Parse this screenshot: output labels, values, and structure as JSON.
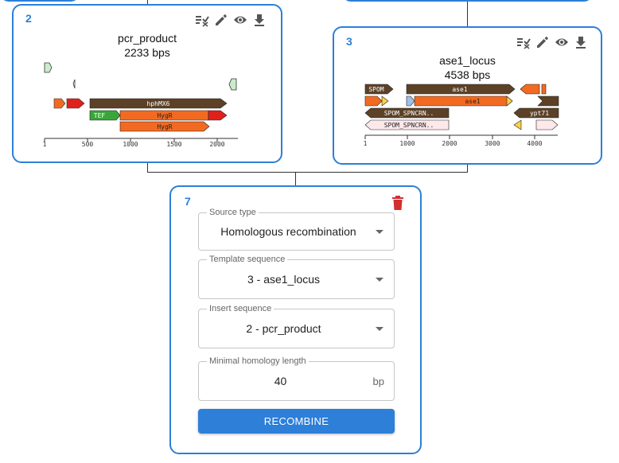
{
  "nodes": {
    "n2": {
      "id": "2",
      "name": "pcr_product",
      "length": "2233 bps",
      "features": {
        "f1": "hphMX6",
        "f2": "TEF",
        "f3": "HygR",
        "f4": "HygR"
      },
      "ticks": {
        "t0": "1",
        "t1": "500",
        "t2": "1000",
        "t3": "1500",
        "t4": "2000"
      }
    },
    "n3": {
      "id": "3",
      "name": "ase1_locus",
      "length": "4538 bps",
      "features": {
        "f1": "SPOM",
        "f2": "ase1",
        "f3": "ase1",
        "f4": "SPOM_SPNCRN..",
        "f5": "ypt71",
        "f6": "SPOM_SPNCRN.."
      },
      "ticks": {
        "t0": "1",
        "t1": "1000",
        "t2": "2000",
        "t3": "3000",
        "t4": "4000"
      }
    }
  },
  "source": {
    "id": "7",
    "source_type_label": "Source type",
    "source_type_value": "Homologous recombination",
    "template_label": "Template sequence",
    "template_value": "3 - ase1_locus",
    "insert_label": "Insert sequence",
    "insert_value": "2 - pcr_product",
    "homology_label": "Minimal homology length",
    "homology_value": "40",
    "homology_unit": "bp",
    "submit_label": "RECOMBINE"
  },
  "icons": [
    "select-all-icon",
    "edit-icon",
    "view-icon",
    "download-icon",
    "delete-icon"
  ],
  "colors": {
    "accent": "#2d7fd8",
    "delete": "#d32f2f",
    "dark_feature": "#5c4127",
    "orange_feature": "#f26a21",
    "red_feature": "#e0201c",
    "green_feature": "#3aa63a"
  }
}
